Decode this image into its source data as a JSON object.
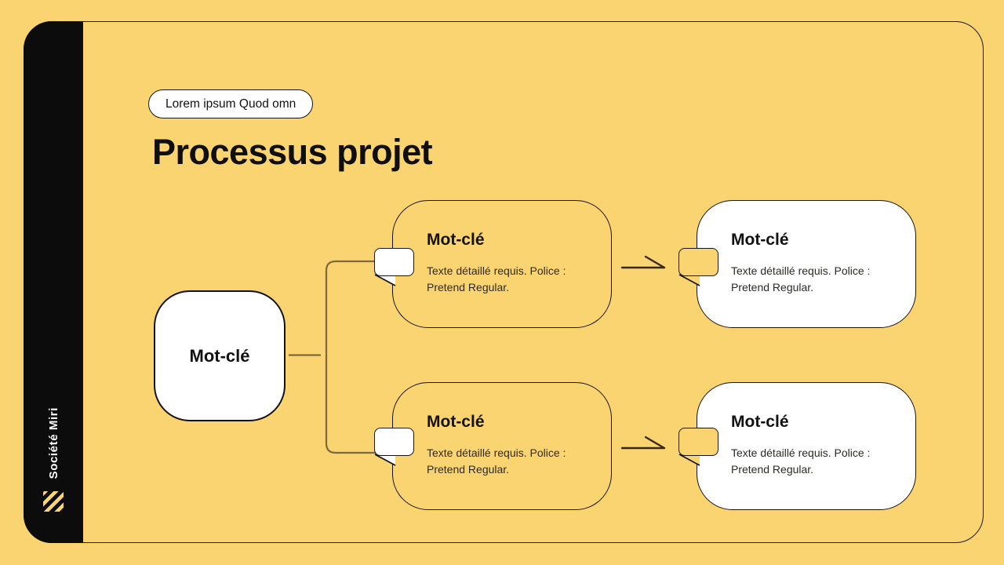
{
  "colors": {
    "background": "#FBD472",
    "sidebar": "#0C0C0C",
    "node_fill": "#FFFFFF",
    "outline": "#15120B",
    "connector": "#7C6A3C",
    "arrow": "#392815"
  },
  "sidebar": {
    "company": "Société Miri",
    "logo_icon": "diagonal-stripes-logo"
  },
  "header": {
    "badge": "Lorem ipsum Quod omn",
    "title": "Processus projet"
  },
  "diagram": {
    "root": {
      "title": "Mot-clé"
    },
    "nodes": [
      {
        "title": "Mot-clé",
        "body": "Texte détaillé requis. Police :\nPretend Regular.",
        "style": "outlined"
      },
      {
        "title": "Mot-clé",
        "body": "Texte détaillé requis. Police :\nPretend Regular.",
        "style": "filled"
      },
      {
        "title": "Mot-clé",
        "body": "Texte détaillé requis. Police :\nPretend Regular.",
        "style": "outlined"
      },
      {
        "title": "Mot-clé",
        "body": "Texte détaillé requis. Police :\nPretend Regular.",
        "style": "filled"
      }
    ]
  }
}
